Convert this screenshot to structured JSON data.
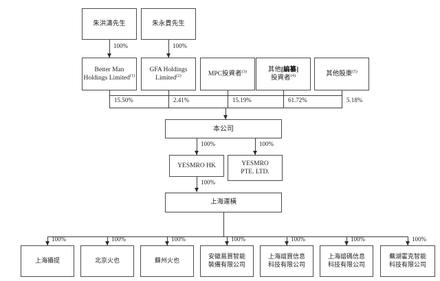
{
  "diagram": {
    "founders": [
      {
        "name": "朱洪濤先生",
        "pct": "100%"
      },
      {
        "name": "朱永貴先生",
        "pct": "100%"
      }
    ],
    "shareholders": [
      {
        "line1": "Better Man",
        "line2": "Holdings Limited",
        "note": "(1)",
        "pct": "15.50%"
      },
      {
        "line1": "GFA Holdings",
        "line2": "Limited",
        "note": "(2)",
        "pct": "2.41%"
      },
      {
        "line1": "MPC投資者",
        "note": "(3)",
        "pct": "15.19%"
      },
      {
        "line1_prefix": "其他",
        "line1_redacted": "[編纂]",
        "line2": "投資者",
        "note": "(4)",
        "pct": "61.72%"
      },
      {
        "line1": "其他股東",
        "note": "(5)",
        "pct": "5.18%"
      }
    ],
    "company": {
      "name": "本公司"
    },
    "hk_sub": {
      "name": "YESMRO HK",
      "pct": "100%"
    },
    "sg_sub": {
      "line1": "YESMRO",
      "line2": "PTE. LTD.",
      "pct": "100%"
    },
    "wfoe": {
      "name": "上海運橫",
      "pct": "100%"
    },
    "subsidiaries": [
      {
        "name": "上海攝提",
        "pct": "100%"
      },
      {
        "name": "北京火也",
        "pct": "100%"
      },
      {
        "name": "蘇州火也",
        "pct": "100%"
      },
      {
        "line1": "安徽易買智能",
        "line2": "裝備有限公司",
        "pct": "100%"
      },
      {
        "line1": "上海諳買信息",
        "line2": "科技有限公司",
        "pct": "100%"
      },
      {
        "line1": "上海諳碼信息",
        "line2": "科技有限公司",
        "pct": "100%"
      },
      {
        "line1": "蕪湖霍克智能",
        "line2": "科技有限公司",
        "pct": "100%"
      }
    ]
  }
}
